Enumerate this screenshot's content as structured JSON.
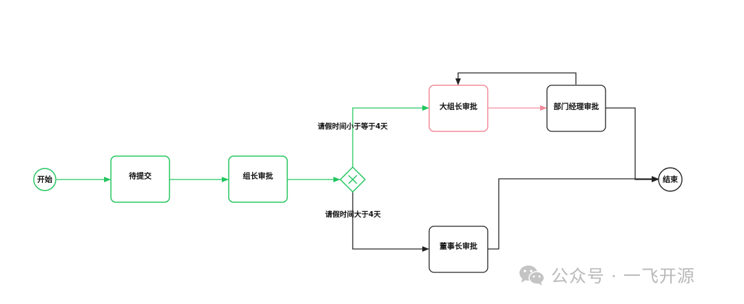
{
  "colors": {
    "active": "#22c55e",
    "current": "#f08a9a",
    "pending": "#222222",
    "watermark": "#b9b9b9"
  },
  "nodes": {
    "start": "开始",
    "pending_submit": "待提交",
    "team_leader_approval": "组长审批",
    "senior_leader_approval": "大组长审批",
    "dept_manager_approval": "部门经理审批",
    "chairman_approval": "董事长审批",
    "end": "结束"
  },
  "gateway": {
    "icon": "exclusive-gateway-x-icon"
  },
  "edges": {
    "leq_4_days": "请假时间小于等于4天",
    "gt_4_days": "请假时间大于4天"
  },
  "watermark": {
    "icon": "wechat-icon",
    "text": "公众号 · 一飞开源"
  }
}
